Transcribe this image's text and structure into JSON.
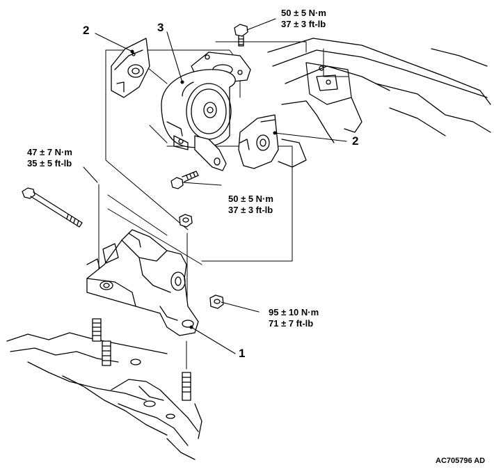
{
  "callouts": [
    {
      "id": "2-left",
      "number": "2"
    },
    {
      "id": "3",
      "number": "3"
    },
    {
      "id": "2-right",
      "number": "2"
    },
    {
      "id": "1",
      "number": "1"
    }
  ],
  "torques": {
    "top_bolt": {
      "metric": "50 ± 5 N·m",
      "imperial": "37 ± 3 ft-lb"
    },
    "mid_bolt": {
      "metric": "50 ± 5 N·m",
      "imperial": "37 ± 3 ft-lb"
    },
    "long_bolt": {
      "metric": "47 ± 7 N·m",
      "imperial": "35 ± 5 ft-lb"
    },
    "side_nut": {
      "metric": "95 ± 10 N·m",
      "imperial": "71 ± 7 ft-lb"
    }
  },
  "figure_code": "AC705796 AD",
  "colors": {
    "ink": "#000000",
    "paper": "#ffffff",
    "shade": "#d9d9d9"
  }
}
